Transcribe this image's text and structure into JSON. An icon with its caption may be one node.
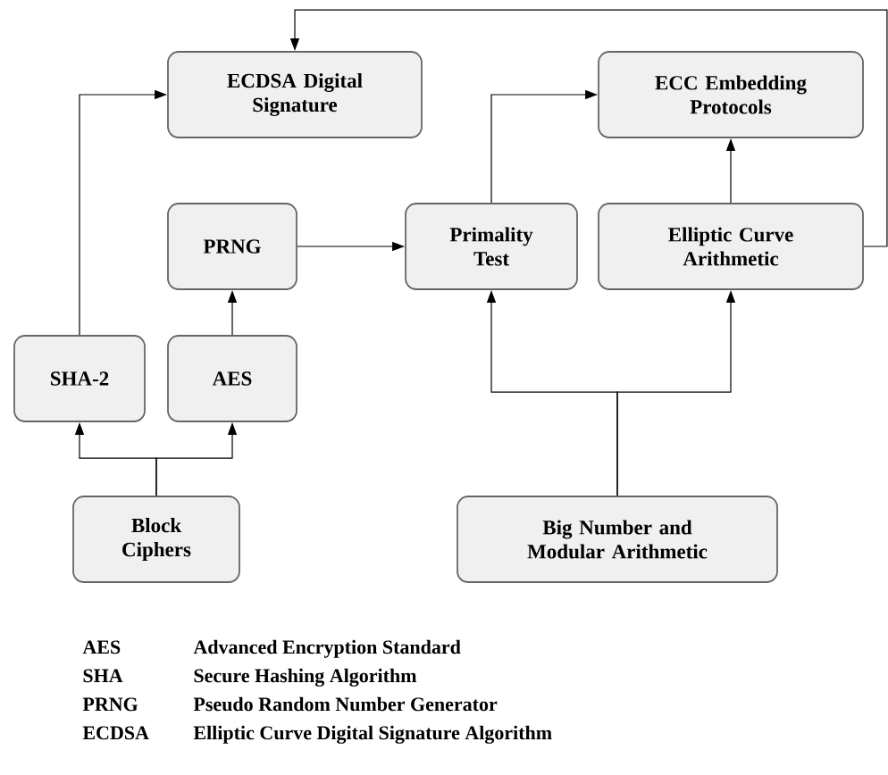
{
  "diagram": {
    "nodes": [
      {
        "text": [
          "ECDSA Digital Signature"
        ]
      },
      {
        "text": [
          "ECC Embedding Protocols"
        ]
      },
      {
        "text": [
          "PRNG"
        ]
      },
      {
        "text": [
          "Primality Test"
        ]
      },
      {
        "text": [
          "Elliptic Curve Arithmetic"
        ]
      },
      {
        "text": [
          "SHA-2"
        ]
      },
      {
        "text": [
          "AES"
        ]
      },
      {
        "text": [
          "Block Ciphers"
        ]
      },
      {
        "text": [
          "Big Number and Modular Arithmetic"
        ]
      }
    ],
    "edges": [
      {
        "from": 5,
        "to": 0,
        "arrow": "to"
      },
      {
        "from": 6,
        "to": 2,
        "arrow": "to"
      },
      {
        "from": 7,
        "to": 5,
        "arrow": "to"
      },
      {
        "from": 7,
        "to": 6,
        "arrow": "to"
      },
      {
        "from": 2,
        "to": 3,
        "arrow": "to"
      },
      {
        "from": 3,
        "to": 1,
        "arrow": "to"
      },
      {
        "from": 4,
        "to": 1,
        "arrow": "to"
      },
      {
        "from": 4,
        "to": 0,
        "arrow": "to"
      },
      {
        "from": 8,
        "to": 3,
        "arrow": "to"
      },
      {
        "from": 8,
        "to": 4,
        "arrow": "to"
      }
    ],
    "labels": [
      "AES",
      "Advanced Encryption Standard",
      "SHA",
      "Secure Hashing Algorithm",
      "PRNG",
      "Pseudo Random Number Generator",
      "ECDSA",
      "Elliptic Curve Digital Signature Algorithm"
    ]
  }
}
